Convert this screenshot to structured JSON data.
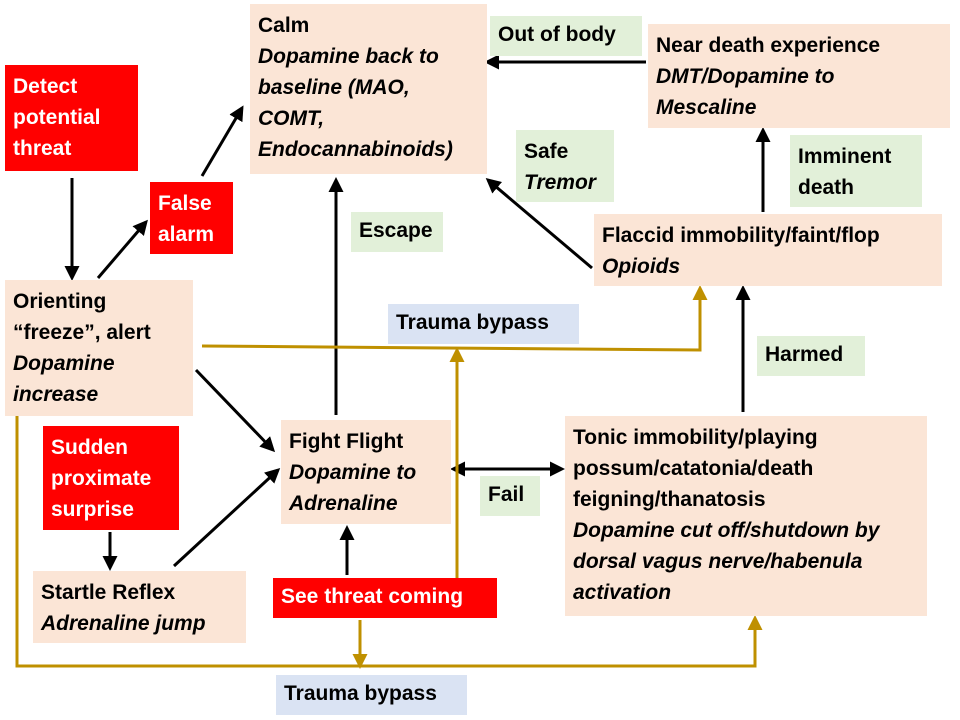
{
  "colors": {
    "peach": "#fbe5d6",
    "red": "#ff0000",
    "green": "#e2f0d9",
    "blue": "#dae3f3",
    "gold": "#bf9000",
    "black": "#000000"
  },
  "nodes": {
    "calm": {
      "title": "Calm",
      "lines": [
        "Dopamine back to",
        "baseline (MAO,",
        "COMT,",
        "Endocannabinoids)"
      ]
    },
    "near_death": {
      "title": "Near death experience",
      "lines": [
        "DMT/Dopamine to",
        "Mescaline"
      ]
    },
    "detect": {
      "lines": [
        "Detect",
        "potential",
        "threat"
      ]
    },
    "false_alarm": {
      "lines": [
        "False",
        "alarm"
      ]
    },
    "orienting": {
      "lines": [
        "Orienting",
        "“freeze”, alert"
      ],
      "italic": [
        "Dopamine",
        "increase"
      ]
    },
    "flaccid": {
      "title": "Flaccid immobility/faint/flop",
      "lines": [
        "Opioids"
      ]
    },
    "fight": {
      "title": "Fight Flight",
      "lines": [
        "Dopamine to",
        "Adrenaline"
      ]
    },
    "tonic": {
      "lines": [
        "Tonic immobility/playing",
        "possum/catatonia/death",
        "feigning/thanatosis"
      ],
      "italic": [
        "Dopamine cut off/shutdown by",
        "dorsal vagus nerve/habenula",
        "activation"
      ]
    },
    "sudden": {
      "lines": [
        "Sudden",
        "proximate",
        "surprise"
      ]
    },
    "startle": {
      "title": "Startle Reflex",
      "lines": [
        "Adrenaline jump"
      ]
    },
    "see_threat": {
      "lines": [
        "See threat coming"
      ]
    }
  },
  "labels": {
    "out_of_body": "Out of body",
    "safe": "Safe",
    "tremor": "Tremor",
    "imminent": [
      "Imminent",
      "death"
    ],
    "escape": "Escape",
    "trauma_bypass_top": "Trauma bypass",
    "harmed": "Harmed",
    "fail": "Fail",
    "trauma_bypass_bottom": "Trauma bypass"
  }
}
